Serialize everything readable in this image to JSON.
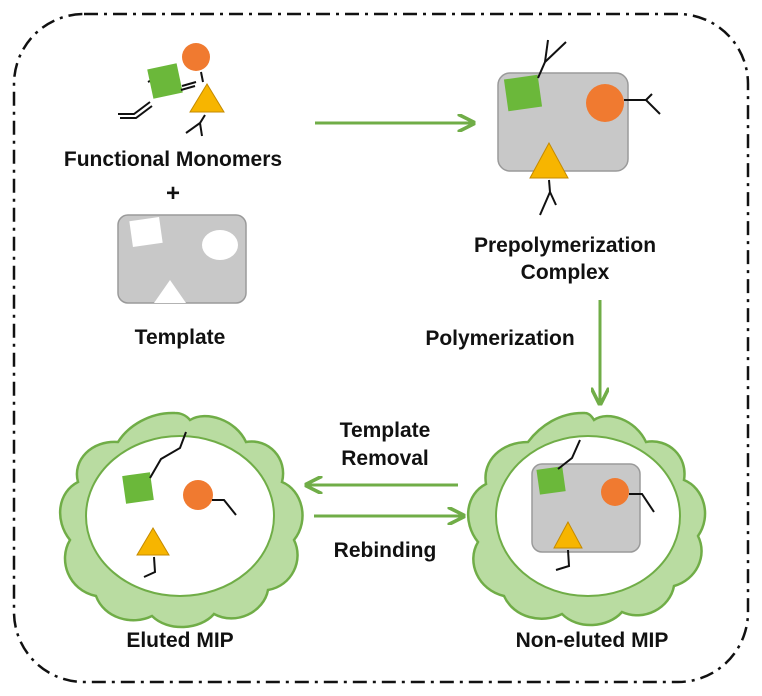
{
  "labels": {
    "functional_monomers": "Functional Monomers",
    "plus": "+",
    "template": "Template",
    "prepolymerization_line1": "Prepolymerization",
    "prepolymerization_line2": "Complex",
    "polymerization": "Polymerization",
    "template_removal_line1": "Template",
    "template_removal_line2": "Removal",
    "rebinding": "Rebinding",
    "eluted_mip": "Eluted MIP",
    "non_eluted_mip": "Non-eluted MIP"
  },
  "colors": {
    "green_square": "#6bb83a",
    "orange_circle": "#f07a30",
    "yellow_triangle": "#f7b500",
    "arrow_green": "#70ad47",
    "gray_fill": "#c8c8c8",
    "gray_stroke": "#9a9a9a",
    "cloud_fill": "#b9dca1",
    "cloud_stroke": "#70ad47",
    "text": "#111111"
  }
}
